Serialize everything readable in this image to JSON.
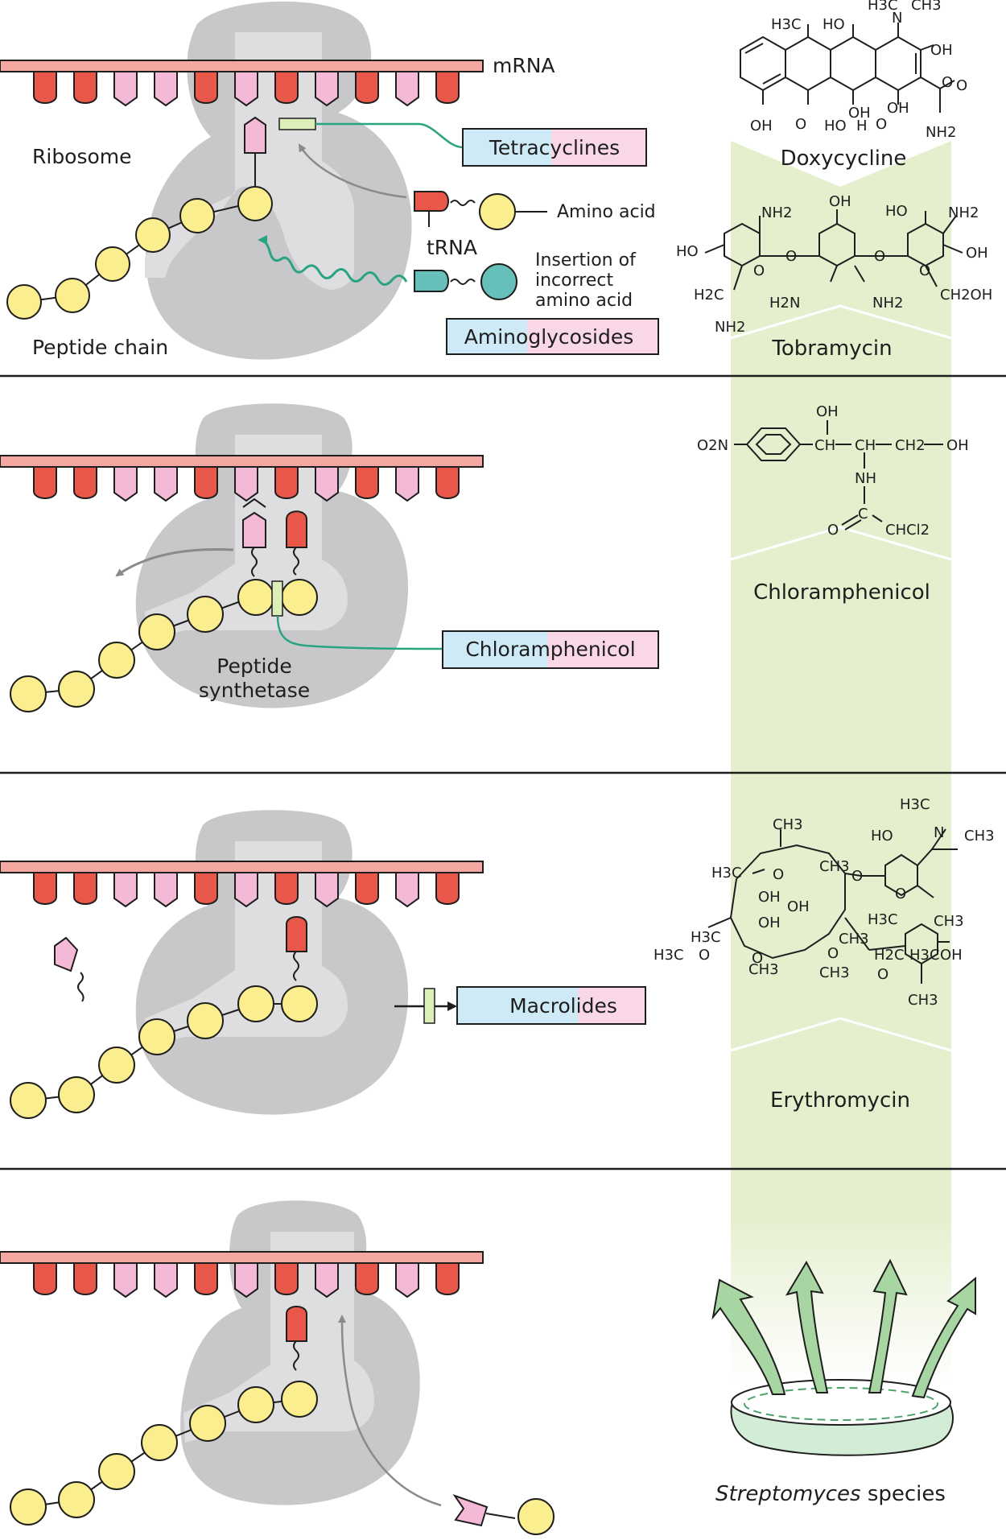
{
  "panels": [
    {
      "labels": {
        "mrna": "mRNA",
        "ribosome": "Ribosome",
        "amino_acid": "Amino acid",
        "trna": "tRNA",
        "insertion": [
          "Insertion of",
          "incorrect",
          "amino acid"
        ],
        "peptide_chain": "Peptide chain"
      },
      "drug_boxes": [
        "Tetracyclines",
        "Aminoglycosides"
      ],
      "compounds": [
        "Doxycycline",
        "Tobramycin"
      ]
    },
    {
      "labels": {
        "peptide_synthetase": [
          "Peptide",
          "synthetase"
        ]
      },
      "drug_boxes": [
        "Chloramphenicol"
      ],
      "compounds": [
        "Chloramphenicol"
      ]
    },
    {
      "drug_boxes": [
        "Macrolides"
      ],
      "compounds": [
        "Erythromycin"
      ]
    },
    {
      "source": {
        "italic": "Streptomyces",
        "rest": " species"
      }
    }
  ],
  "chem_text": {
    "doxycycline": [
      "H3C",
      "HO",
      "N",
      "CH3",
      "H3C",
      "OH",
      "OH",
      "O",
      "HO",
      "O",
      "OH",
      "O",
      "H",
      "NH2",
      "O",
      "OH"
    ],
    "tobramycin": [
      "NH2",
      "OH",
      "HO",
      "NH2",
      "HO",
      "O",
      "O",
      "O",
      "OH",
      "H2C",
      "NH2",
      "H2N",
      "NH2",
      "O",
      "CH2OH"
    ],
    "chloramphenicol": [
      "OH",
      "O2N",
      "CH",
      "CH",
      "CH2",
      "OH",
      "NH",
      "C",
      "O",
      "CHCl2"
    ],
    "erythromycin": [
      "H3C",
      "CH3",
      "N",
      "CH3",
      "HO",
      "H3C",
      "O",
      "CH3",
      "OH",
      "OH",
      "O",
      "O",
      "CH3",
      "H3C",
      "OH",
      "CH3",
      "H3C",
      "O",
      "H3C",
      "H2C",
      "O",
      "O",
      "CH3",
      "H3C",
      "OH",
      "O",
      "CH3",
      "CH3"
    ]
  },
  "colors": {
    "mrna_strip": "#f4a7a0",
    "codon_red": "#e8574a",
    "codon_pink": "#f4b9d6",
    "ribosome": "#c8c8ca",
    "ribosome_channel": "#dedee0",
    "amino_acid": "#fbee8f",
    "incorrect_amino_acid": "#66bfb8",
    "drug_line": "#2aa380",
    "arrow_gray": "#8a8a8a",
    "box_blue": "#cdeaf6",
    "box_pink": "#f9d7e6",
    "inhibitor": "#dcefb8",
    "green_column": "#e4efcd",
    "divider": "#1e1e1e"
  }
}
